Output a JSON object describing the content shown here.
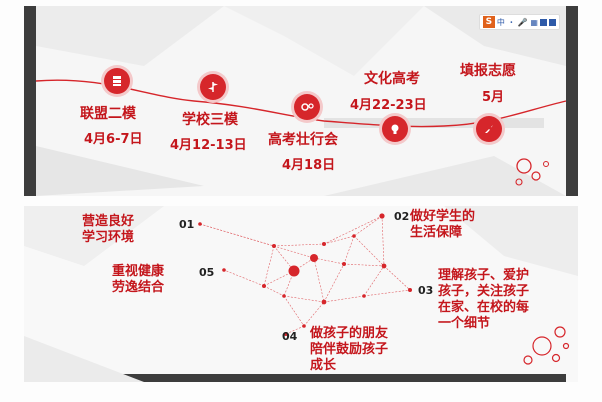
{
  "timeline": {
    "items": [
      {
        "title": "联盟二模",
        "date": "4月6-7日",
        "icon": "server-icon"
      },
      {
        "title": "学校三模",
        "date": "4月12-13日",
        "icon": "signpost-icon"
      },
      {
        "title": "高考壮行会",
        "date": "4月18日",
        "icon": "gears-icon"
      },
      {
        "title": "文化高考",
        "date": "4月22-23日",
        "icon": "lightbulb-icon"
      },
      {
        "title": "填报志愿",
        "date": "5月",
        "icon": "rocket-icon"
      }
    ]
  },
  "toolbar": {
    "logo": "S",
    "text": "中 ・ 🎤 ▦"
  },
  "network": {
    "items": [
      {
        "num": "01",
        "text": "营造良好\n学习环境"
      },
      {
        "num": "02",
        "text": "做好学生的\n生活保障"
      },
      {
        "num": "03",
        "text": "理解孩子、爱护\n孩子，关注孩子\n在家、在校的每\n一个细节"
      },
      {
        "num": "04",
        "text": "做孩子的朋友\n陪伴鼓励孩子\n成长"
      },
      {
        "num": "05",
        "text": "重视健康\n劳逸结合"
      }
    ]
  },
  "colors": {
    "accent": "#c4161c",
    "dark": "#3d3d3d"
  }
}
